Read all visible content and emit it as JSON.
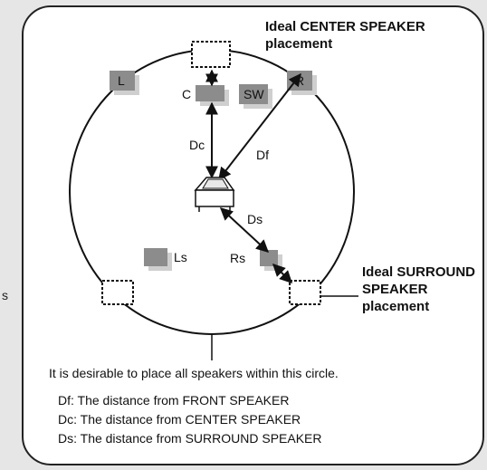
{
  "side_label": "s",
  "ideal_center_label": "Ideal CENTER SPEAKER placement",
  "ideal_surround_label": "Ideal SURROUND SPEAKER placement",
  "speakers": {
    "left": "L",
    "right": "R",
    "center": "C",
    "subwoofer": "SW",
    "left_surround": "Ls",
    "right_surround": "Rs"
  },
  "distances": {
    "dc": "Dc",
    "df": "Df",
    "ds": "Ds"
  },
  "circle_note": "It is desirable to place all speakers within this circle.",
  "legend": [
    "Df: The distance from FRONT SPEAKER",
    "Dc: The distance from CENTER SPEAKER",
    "Ds: The distance from SURROUND SPEAKER"
  ],
  "colors": {
    "speaker_fill": "#8c8c8c",
    "speaker_shadow": "#cfcfcf",
    "line": "#111111",
    "background": "#e6e6e6"
  }
}
